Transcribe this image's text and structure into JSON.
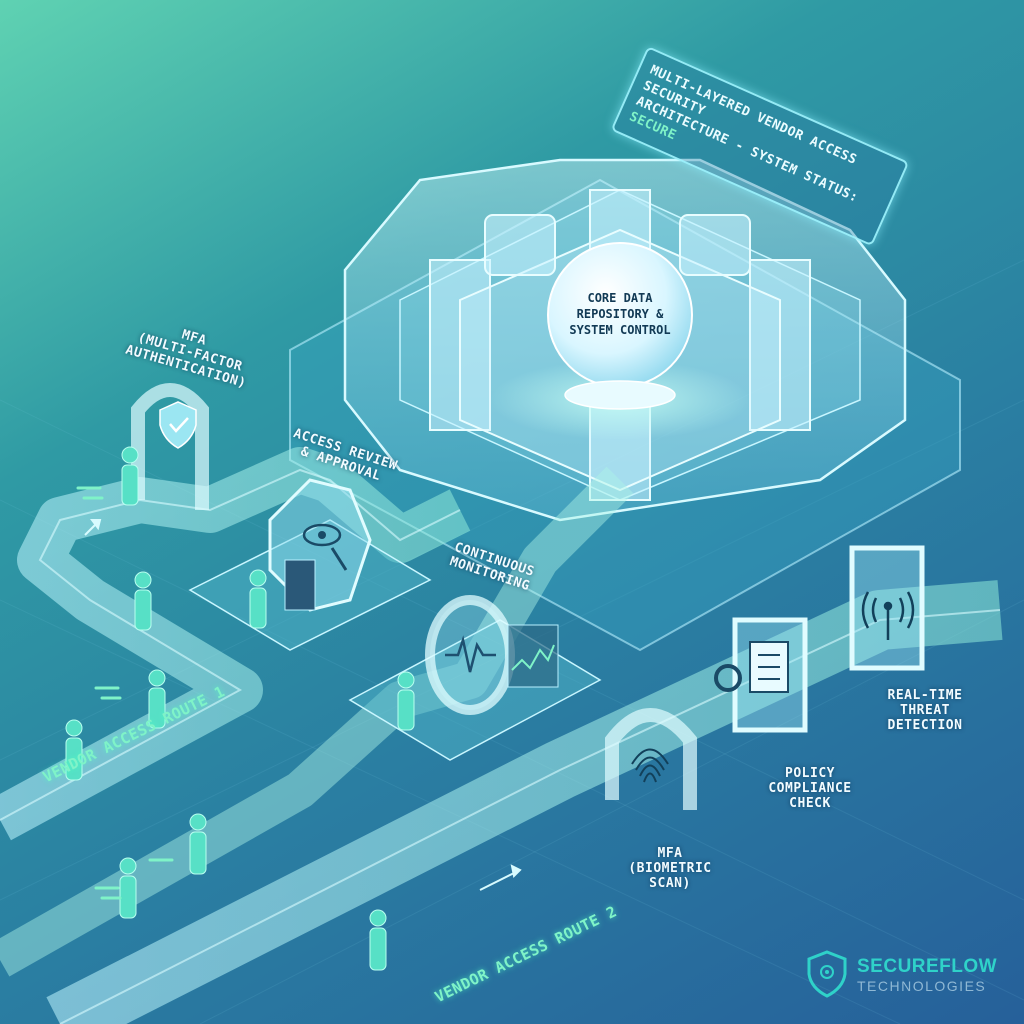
{
  "banner": {
    "line1": "MULTI-LAYERED VENDOR ACCESS SECURITY",
    "line2_prefix": "ARCHITECTURE - SYSTEM STATUS: ",
    "status": "SECURE"
  },
  "core": {
    "label": "CORE DATA\nREPOSITORY &\nSYSTEM CONTROL"
  },
  "checkpoints": {
    "mfa_auth": "MFA\n(MULTI-FACTOR\nAUTHENTICATION)",
    "access_review": "ACCESS REVIEW\n& APPROVAL",
    "continuous_monitoring": "CONTINUOUS\nMONITORING",
    "real_time_threat": "REAL-TIME\nTHREAT\nDETECTION",
    "policy_compliance": "POLICY\nCOMPLIANCE\nCHECK",
    "mfa_biometric": "MFA\n(BIOMETRIC\nSCAN)"
  },
  "routes": {
    "route1": "VENDOR ACCESS ROUTE 1",
    "route2": "VENDOR ACCESS ROUTE 2"
  },
  "logo": {
    "name": "SECUREFLOW",
    "sub": "TECHNOLOGIES"
  },
  "icons": [
    "shield-check-icon",
    "eye-scan-icon",
    "heartbeat-icon",
    "fingerprint-icon",
    "clipboard-checklist-icon",
    "gear-icon",
    "signal-antenna-icon",
    "castle-icon",
    "person-icon"
  ],
  "colors": {
    "accent": "#7ff3c8",
    "glass": "#b8f0ff",
    "path": "#bdf3ff",
    "logo": "#2fd2c9"
  }
}
